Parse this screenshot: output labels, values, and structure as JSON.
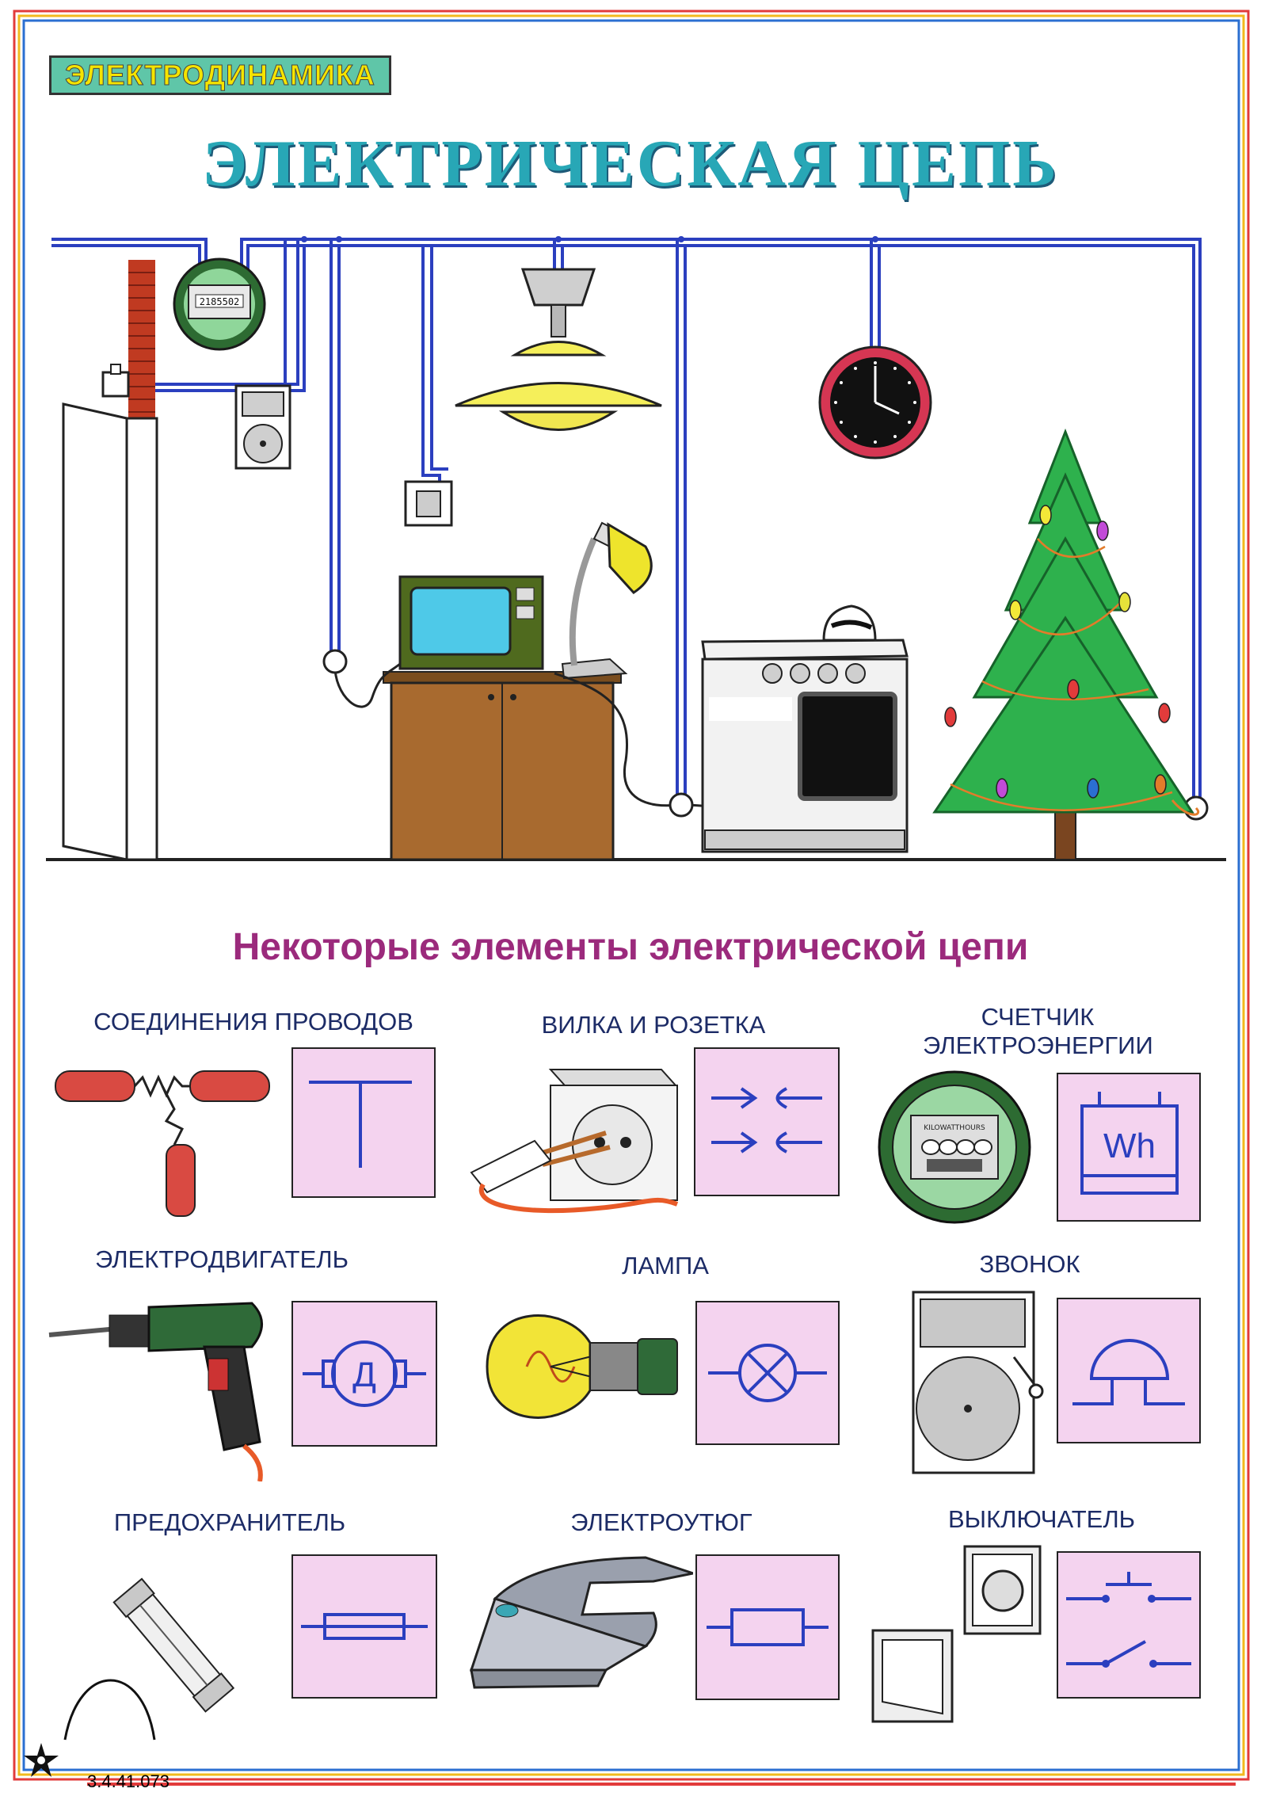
{
  "header": {
    "tag": "ЭЛЕКТРОДИНАМИКА",
    "title": "ЭЛЕКТРИЧЕСКАЯ ЦЕПЬ"
  },
  "meter_reading": "2185502",
  "section_title": "Некоторые элементы электрической цепи",
  "elements": [
    {
      "label": "СОЕДИНЕНИЯ ПРОВОДОВ"
    },
    {
      "label": "ВИЛКА И РОЗЕТКА"
    },
    {
      "label": "СЧЕТЧИК ЭЛЕКТРОЭНЕРГИИ"
    },
    {
      "label": "ЭЛЕКТРОДВИГАТЕЛЬ",
      "symbol_letter": "Д"
    },
    {
      "label": "ЛАМПА"
    },
    {
      "label": "ЗВОНОК"
    },
    {
      "label": "ПРЕДОХРАНИТЕЛЬ"
    },
    {
      "label": "ЭЛЕКТРОУТЮГ"
    },
    {
      "label": "ВЫКЛЮЧАТЕЛЬ"
    }
  ],
  "meter_symbol_text": "Wh",
  "meter_face_text": "KILOWATTHOURS",
  "footer_code": "3.4.41.073",
  "colors": {
    "wire": "#2b3fbf",
    "symbol_bg": "#f4d3ef",
    "title": "#28a7b6",
    "subtitle": "#9b2a7c"
  }
}
